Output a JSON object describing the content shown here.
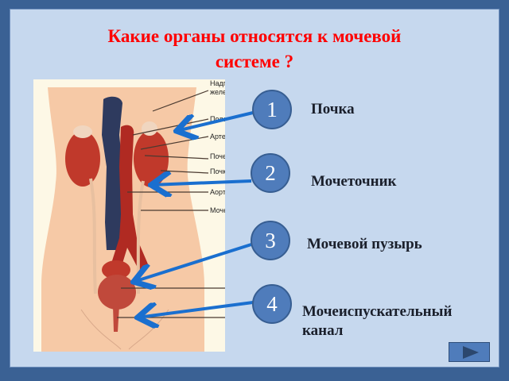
{
  "slide": {
    "title_line1": "Какие органы относятся к мочевой",
    "title_line2": "системе ?",
    "colors": {
      "frame": "#3a6194",
      "panel": "#c6d8ee",
      "title": "#ff0000",
      "circle": "#4f7cbb",
      "arrow": "#1a6fcf"
    }
  },
  "figure": {
    "description": "anatomical illustration of the urinary system",
    "cut_labels": [
      "Надп",
      "желе",
      "Поло",
      "Арте",
      "Поче",
      "Почк",
      "Аорт",
      "Моче"
    ]
  },
  "answers": [
    {
      "number": "1",
      "label": "Почка"
    },
    {
      "number": "2",
      "label": "Мочеточник"
    },
    {
      "number": "3",
      "label": "Мочевой пузырь"
    },
    {
      "number": "4",
      "label_line1": "Мочеиспускательный",
      "label_line2": "канал"
    }
  ],
  "navigation": {
    "next_icon": "play-triangle-icon"
  }
}
